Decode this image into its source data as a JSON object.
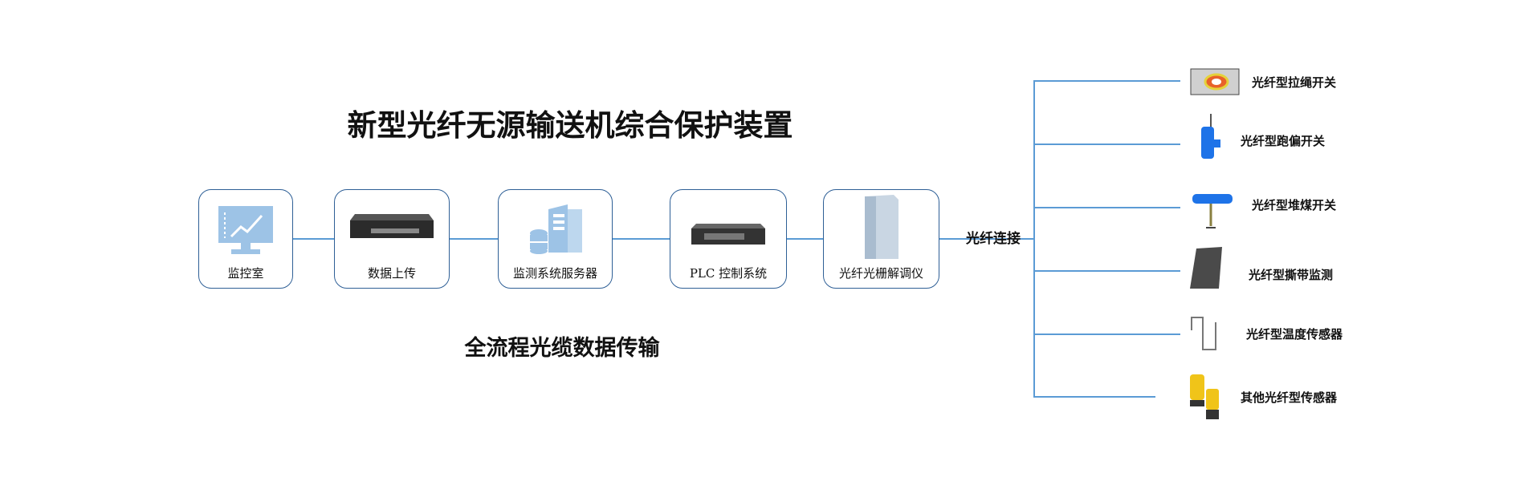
{
  "title": "新型光纤无源输送机综合保护装置",
  "subtitle": "全流程光缆数据传输",
  "connection_label": "光纤连接",
  "chain": [
    {
      "label": "监控室",
      "icon": "monitor-chart-icon"
    },
    {
      "label": "数据上传",
      "icon": "network-switch-icon"
    },
    {
      "label": "监测系统服务器",
      "icon": "server-database-icon"
    },
    {
      "label": "PLC 控制系统",
      "icon": "plc-device-icon"
    },
    {
      "label": "光纤光栅解调仪",
      "icon": "tower-server-icon"
    }
  ],
  "sensors": [
    {
      "label": "光纤型拉绳开关",
      "icon": "pull-cord-switch-icon"
    },
    {
      "label": "光纤型跑偏开关",
      "icon": "deviation-switch-icon"
    },
    {
      "label": "光纤型堆煤开关",
      "icon": "coal-pile-switch-icon"
    },
    {
      "label": "光纤型撕带监测",
      "icon": "tear-monitor-panel-icon"
    },
    {
      "label": "光纤型温度传感器",
      "icon": "temperature-probe-icon"
    },
    {
      "label": "其他光纤型传感器",
      "icon": "yellow-sensor-icon"
    }
  ],
  "colors": {
    "line": "#5b9bd5",
    "box_border": "#2e5f96",
    "icon_blue": "#9dc3e6"
  }
}
